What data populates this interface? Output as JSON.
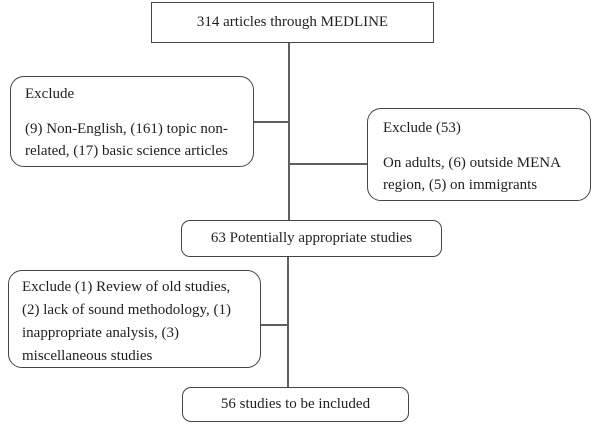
{
  "flowchart": {
    "nodes": {
      "source": {
        "label": "314 articles through MEDLINE"
      },
      "exclude_initial": {
        "heading": "Exclude",
        "body": "(9) Non-English, (161) topic non-related, (17) basic science articles"
      },
      "exclude_53": {
        "heading": "Exclude (53)",
        "body": "On adults, (6) outside MENA region, (5) on immigrants"
      },
      "potentially_appropriate": {
        "label": "63 Potentially appropriate studies"
      },
      "exclude_secondary": {
        "body": "Exclude (1) Review of old studies, (2) lack of sound methodology, (1) inappropriate analysis, (3) miscellaneous studies"
      },
      "included": {
        "label": "56 studies to be included"
      }
    },
    "colors": {
      "box_border": "#454545",
      "connector_line": "#5f5f5f",
      "text": "#1f1f1f",
      "background": "#ffffff"
    }
  }
}
